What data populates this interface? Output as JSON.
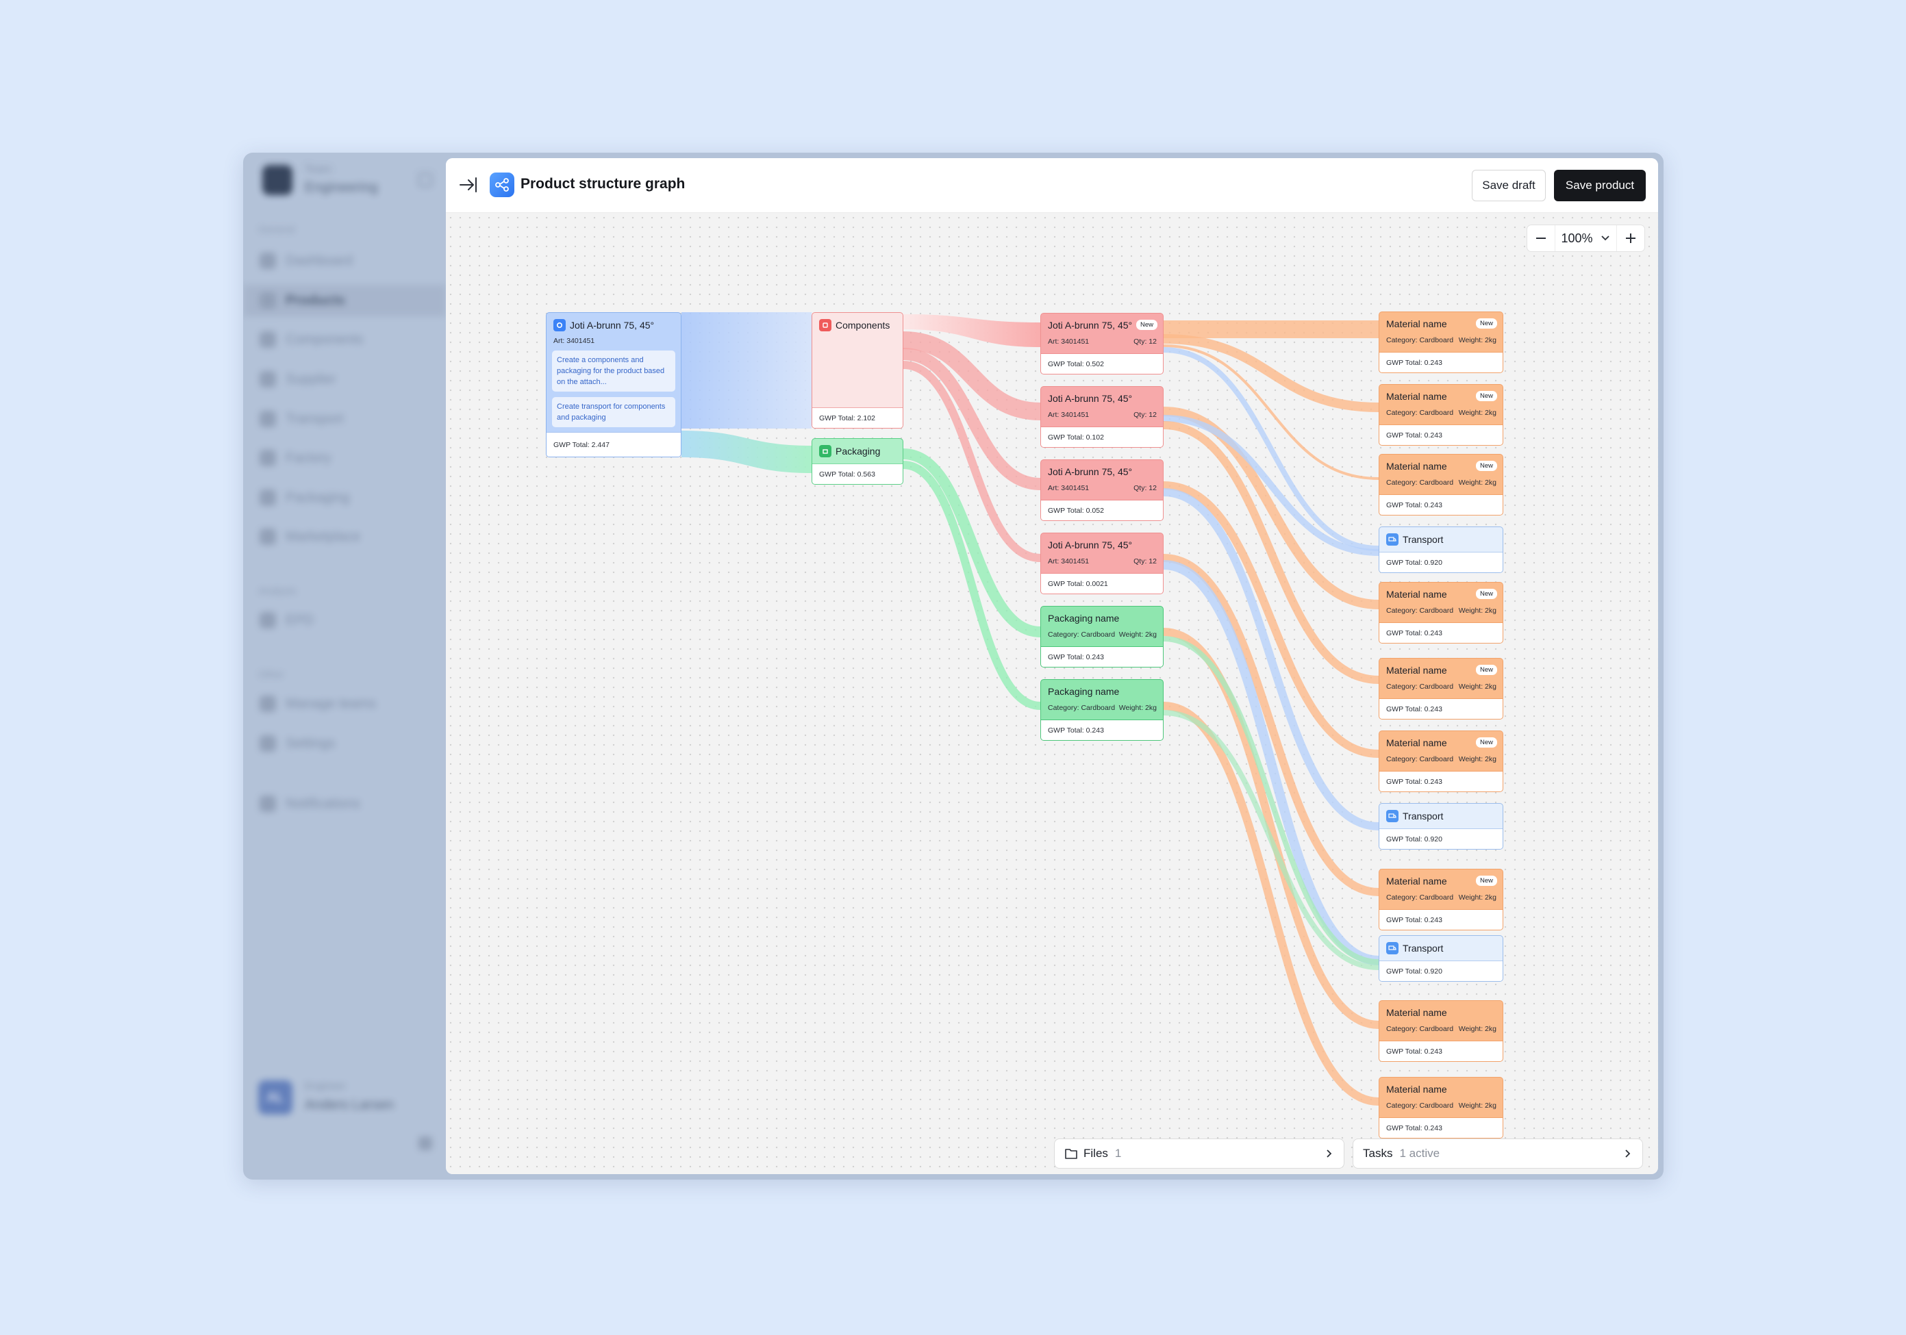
{
  "sidebar": {
    "team_label": "Team",
    "team_name": "Engineering",
    "section_general": "General",
    "items": [
      "Dashboard",
      "Products",
      "Components",
      "Supplier",
      "Transport",
      "Factory",
      "Packaging",
      "Marketplace"
    ],
    "section_analysis": "Analysis",
    "analysis_items": [
      "EPD"
    ],
    "section_other": "Other",
    "other_items": [
      "Manage teams",
      "Settings"
    ],
    "notifications": "Notifications",
    "user_initials": "AL",
    "user_role": "Engineer",
    "user_name": "Anders Larsen"
  },
  "header": {
    "title": "Product structure graph",
    "save_draft": "Save draft",
    "save_product": "Save product"
  },
  "zoom": {
    "level": "100%"
  },
  "graph": {
    "product": {
      "name": "Joti A-brunn 75, 45°",
      "art": "Art: 3401451",
      "tasks": [
        "Create a components and packaging for the product based on the attach...",
        "Create transport for components and packaging"
      ],
      "gwp": "GWP Total: 2.447"
    },
    "components": {
      "name": "Components",
      "gwp": "GWP Total: 2.102"
    },
    "packaging": {
      "name": "Packaging",
      "gwp": "GWP Total: 0.563"
    },
    "articles": [
      {
        "name": "Joti A-brunn 75, 45°",
        "art": "Art: 3401451",
        "qty": "Qty: 12",
        "badge": "New",
        "gwp": "GWP Total: 0.502"
      },
      {
        "name": "Joti A-brunn 75, 45°",
        "art": "Art: 3401451",
        "qty": "Qty: 12",
        "badge": "",
        "gwp": "GWP Total: 0.102"
      },
      {
        "name": "Joti A-brunn 75, 45°",
        "art": "Art: 3401451",
        "qty": "Qty: 12",
        "badge": "",
        "gwp": "GWP Total: 0.052"
      },
      {
        "name": "Joti A-brunn 75, 45°",
        "art": "Art: 3401451",
        "qty": "Qty: 12",
        "badge": "",
        "gwp": "GWP Total: 0.0021"
      }
    ],
    "packaging_items": [
      {
        "name": "Packaging name",
        "category": "Category: Cardboard",
        "weight": "Weight: 2kg",
        "gwp": "GWP Total: 0.243"
      },
      {
        "name": "Packaging name",
        "category": "Category: Cardboard",
        "weight": "Weight: 2kg",
        "gwp": "GWP Total: 0.243"
      }
    ],
    "materials": [
      {
        "type": "material",
        "name": "Material name",
        "badge": "New",
        "category": "Category: Cardboard",
        "weight": "Weight: 2kg",
        "gwp": "GWP Total: 0.243"
      },
      {
        "type": "material",
        "name": "Material name",
        "badge": "New",
        "category": "Category: Cardboard",
        "weight": "Weight: 2kg",
        "gwp": "GWP Total: 0.243"
      },
      {
        "type": "material",
        "name": "Material name",
        "badge": "New",
        "category": "Category: Cardboard",
        "weight": "Weight: 2kg",
        "gwp": "GWP Total: 0.243"
      },
      {
        "type": "transport",
        "name": "Transport",
        "gwp": "GWP Total: 0.920"
      },
      {
        "type": "material",
        "name": "Material name",
        "badge": "New",
        "category": "Category: Cardboard",
        "weight": "Weight: 2kg",
        "gwp": "GWP Total: 0.243"
      },
      {
        "type": "material",
        "name": "Material name",
        "badge": "New",
        "category": "Category: Cardboard",
        "weight": "Weight: 2kg",
        "gwp": "GWP Total: 0.243"
      },
      {
        "type": "material",
        "name": "Material name",
        "badge": "New",
        "category": "Category: Cardboard",
        "weight": "Weight: 2kg",
        "gwp": "GWP Total: 0.243"
      },
      {
        "type": "transport",
        "name": "Transport",
        "gwp": "GWP Total: 0.920"
      },
      {
        "type": "material",
        "name": "Material name",
        "badge": "New",
        "category": "Category: Cardboard",
        "weight": "Weight: 2kg",
        "gwp": "GWP Total: 0.243"
      },
      {
        "type": "transport",
        "name": "Transport",
        "gwp": "GWP Total: 0.920"
      },
      {
        "type": "material",
        "name": "Material name",
        "badge": "",
        "category": "Category: Cardboard",
        "weight": "Weight: 2kg",
        "gwp": "GWP Total: 0.243"
      },
      {
        "type": "material",
        "name": "Material name",
        "badge": "",
        "category": "Category: Cardboard",
        "weight": "Weight: 2kg",
        "gwp": "GWP Total: 0.243"
      }
    ]
  },
  "footer": {
    "files_label": "Files",
    "files_count": "1",
    "tasks_label": "Tasks",
    "tasks_count": "1 active"
  },
  "colors": {
    "product": "#bcd4fb",
    "component": "#f7a9aa",
    "packaging": "#8fe6af",
    "material": "#fbbb8b",
    "transport": "#e5effc",
    "primary_button": "#16181c"
  }
}
